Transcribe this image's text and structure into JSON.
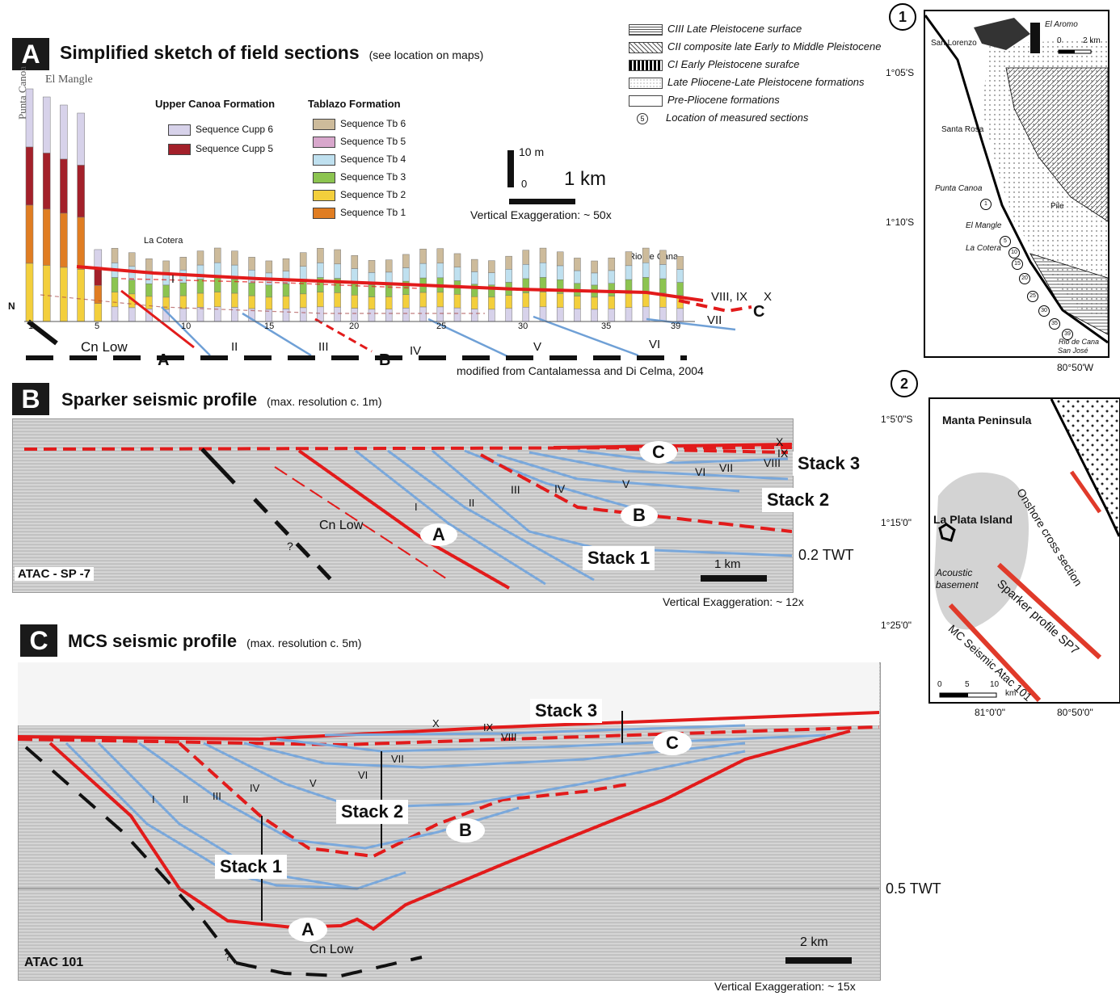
{
  "panelA": {
    "tag": "A",
    "title": "Simplified sketch of field sections",
    "subtitle": "(see location on maps)",
    "place_punta_canoa": "Punta Canoa",
    "place_el_mangle": "El Mangle",
    "place_la_cotera": "La Cotera",
    "place_rio_de_cana": "Rio de Cana",
    "upper_canoa_title": "Upper Canoa Formation",
    "tablazo_title": "Tablazo Formation",
    "upper_canoa": [
      {
        "label": "Sequence Cupp 6",
        "color": "#d7d2ea"
      },
      {
        "label": "Sequence Cupp 5",
        "color": "#a3202a"
      }
    ],
    "tablazo": [
      {
        "label": "Sequence Tb 6",
        "color": "#cdbb9b"
      },
      {
        "label": "Sequence Tb 5",
        "color": "#d8a7cc"
      },
      {
        "label": "Sequence Tb 4",
        "color": "#bfe0ef"
      },
      {
        "label": "Sequence Tb 3",
        "color": "#8cc450"
      },
      {
        "label": "Sequence Tb 2",
        "color": "#f3cf3c"
      },
      {
        "label": "Sequence Tb 1",
        "color": "#e07d22"
      }
    ],
    "scale_10m": "10 m",
    "scale_0": "0",
    "scale_1km": "1 km",
    "vert_exag": "Vertical Exaggeration: ~ 50x",
    "north": "N",
    "section_numbers": [
      "1",
      "5",
      "10",
      "15",
      "20",
      "25",
      "30",
      "35",
      "39"
    ],
    "units": [
      "Cn Low",
      "I",
      "II",
      "III",
      "IV",
      "V",
      "VI",
      "VII",
      "VIII, IX",
      "X"
    ],
    "surfaces": [
      "A",
      "B",
      "C"
    ],
    "credit": "modified from Cantalamessa and Di Celma, 2004"
  },
  "legend_top": [
    {
      "label": "CIII Late Pleistocene surface",
      "pattern": "hlines"
    },
    {
      "label": "CII composite late Early to Middle Pleistocene",
      "pattern": "diag"
    },
    {
      "label": "CI Early Pleistocene surafce",
      "pattern": "vbars"
    },
    {
      "label": "Late Pliocene-Late Pleistocene formations",
      "pattern": "dots"
    },
    {
      "label": "Pre-Pliocene formations",
      "pattern": "blank"
    },
    {
      "label": "Location of measured sections",
      "pattern": "circle",
      "symbol": "5"
    }
  ],
  "panelB": {
    "tag": "B",
    "title": "Sparker seismic profile",
    "subtitle": "(max. resolution c. 1m)",
    "profile_id": "ATAC - SP -7",
    "scale": "1 km",
    "twt": "0.2 TWT",
    "vert_exag": "Vertical Exaggeration: ~ 12x",
    "stacks": [
      "Stack 1",
      "Stack 2",
      "Stack 3"
    ],
    "units": [
      "Cn Low",
      "I",
      "II",
      "III",
      "IV",
      "V",
      "VI",
      "VII",
      "VIII",
      "IX",
      "X"
    ],
    "query": "?"
  },
  "panelC": {
    "tag": "C",
    "title": "MCS seismic profile",
    "subtitle": "(max. resolution c. 5m)",
    "profile_id": "ATAC 101",
    "scale": "2 km",
    "twt": "0.5  TWT",
    "vert_exag": "Vertical Exaggeration: ~ 15x",
    "stacks": [
      "Stack 1",
      "Stack 2",
      "Stack 3"
    ],
    "units": [
      "Cn Low",
      "I",
      "II",
      "III",
      "IV",
      "V",
      "VI",
      "VII",
      "VIII",
      "IX",
      "X"
    ],
    "query": "?"
  },
  "map1": {
    "num": "1",
    "places": [
      "El Aromo",
      "San Lorenzo",
      "Santa Rosa",
      "Punta Canoa",
      "Pile",
      "El Mangle",
      "La Cotera",
      "Rio de Cana",
      "San José"
    ],
    "scale_0": "0",
    "scale_2": "2 km",
    "lat1": "1°05'S",
    "lat2": "1°10'S",
    "lon": "80°50'W",
    "site_numbers": [
      "1",
      "5",
      "10",
      "15",
      "20",
      "25",
      "30",
      "35",
      "39"
    ]
  },
  "map2": {
    "num": "2",
    "manta": "Manta Peninsula",
    "island": "La Plata Island",
    "basement": "Acoustic basement",
    "onshore": "Onshore cross section",
    "sparker": "Sparker profile SP7",
    "mcs": "MC Seismic Atac 101",
    "lat1": "1°5'0\"S",
    "lat2": "1°15'0\"",
    "lat3": "1°25'0\"",
    "lon1": "81°0'0\"",
    "lon2": "80°50'0\"",
    "scale_ticks": [
      "0",
      "5",
      "10"
    ],
    "scale_unit": "km"
  }
}
